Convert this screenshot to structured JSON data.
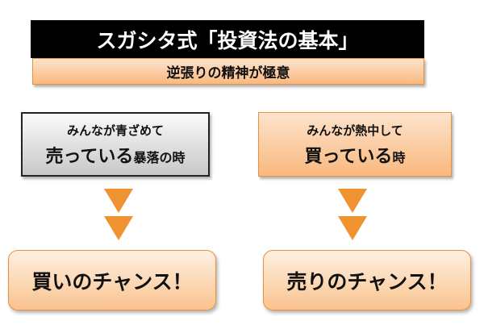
{
  "title": "スガシタ式「投資法の基本」",
  "subtitle": "逆張りの精神が極意",
  "left": {
    "line1": "みんなが青ざめて",
    "line2_main": "売っている",
    "line2_small": "暴落の時",
    "result": "買いのチャンス！"
  },
  "right": {
    "line1": "みんなが熱中して",
    "line2_main": "買っている",
    "line2_small": "時",
    "result": "売りのチャンス！"
  },
  "colors": {
    "orange": "#f0922f",
    "black": "#000000"
  }
}
